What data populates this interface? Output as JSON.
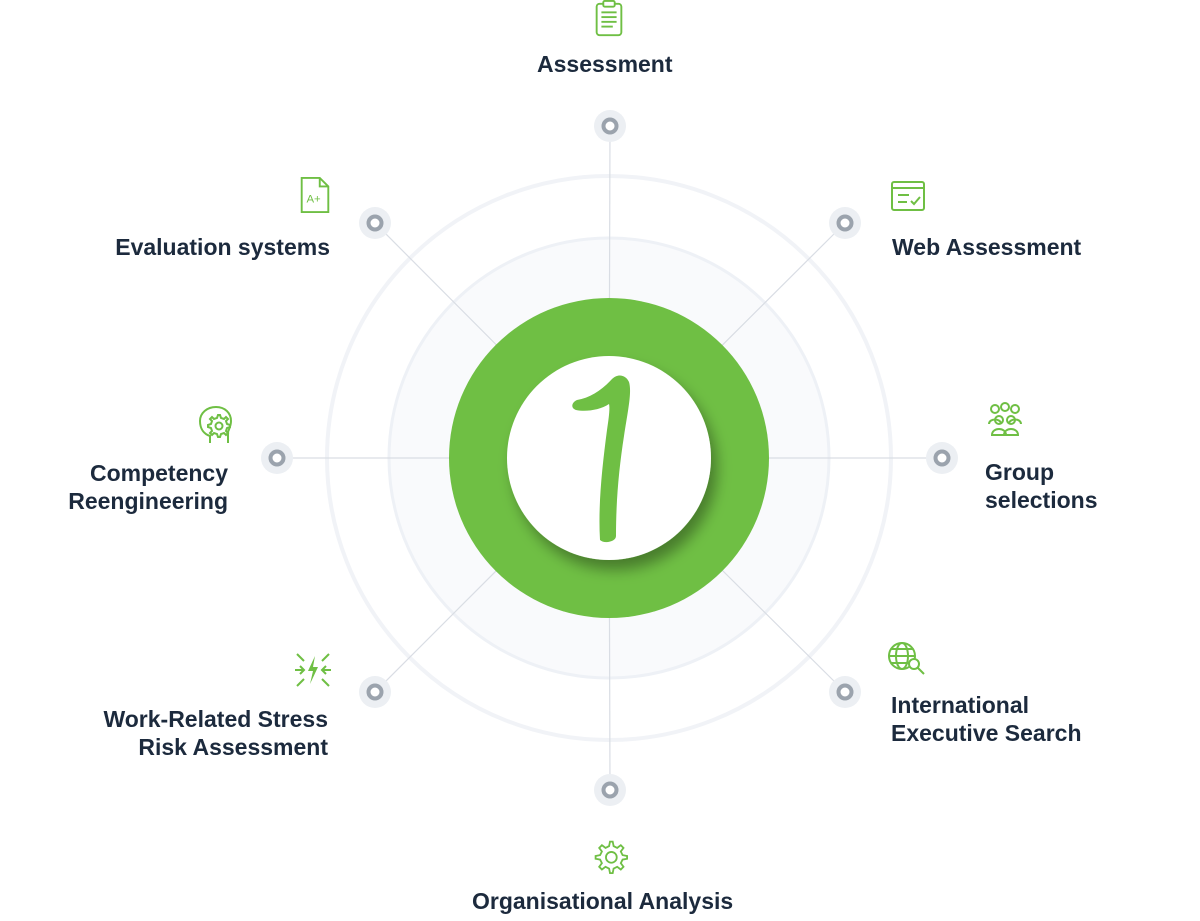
{
  "colors": {
    "accent": "#6fbf44",
    "text": "#1c2a3d",
    "spoke": "#d9dde4",
    "ring": "#f3f5f9",
    "node": "#9ba3ad"
  },
  "center": {
    "numeral": "1"
  },
  "items": [
    {
      "id": "assessment",
      "icon": "clipboard-icon",
      "lines": [
        "Assessment"
      ]
    },
    {
      "id": "web-assessment",
      "icon": "browser-checklist-icon",
      "lines": [
        "Web Assessment"
      ]
    },
    {
      "id": "group-selections",
      "icon": "group-people-icon",
      "lines": [
        "Group",
        "selections"
      ]
    },
    {
      "id": "international-executive-search",
      "icon": "globe-search-icon",
      "lines": [
        "International",
        "Executive Search"
      ]
    },
    {
      "id": "organisational-analysis",
      "icon": "gear-icon",
      "lines": [
        "Organisational Analysis"
      ]
    },
    {
      "id": "work-related-stress",
      "icon": "stress-arrows-icon",
      "lines": [
        "Work-Related Stress",
        "Risk Assessment"
      ]
    },
    {
      "id": "competency-reengineering",
      "icon": "head-gear-icon",
      "lines": [
        "Competency",
        "Reengineering"
      ]
    },
    {
      "id": "evaluation-systems",
      "icon": "grade-document-icon",
      "lines": [
        "Evaluation systems"
      ]
    }
  ]
}
